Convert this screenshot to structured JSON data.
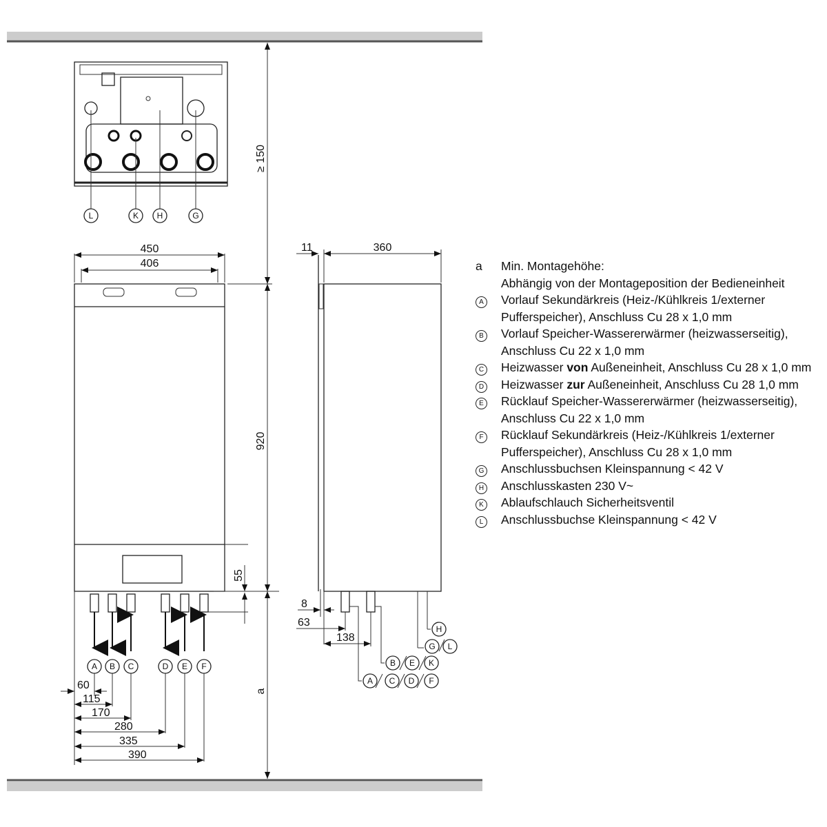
{
  "top_view": {
    "labels": [
      "L",
      "K",
      "H",
      "G"
    ]
  },
  "front_view": {
    "width_outer": "450",
    "width_inner": "406",
    "height": "920",
    "min_top": "≥ 150",
    "bottom_offset": "55",
    "min_height_label": "a",
    "pipe_labels": [
      "A",
      "B",
      "C",
      "D",
      "E",
      "F"
    ],
    "pipe_dims": [
      "60",
      "115",
      "170",
      "280",
      "335",
      "390"
    ]
  },
  "side_view": {
    "wall_gap": "11",
    "depth": "360",
    "dim_8": "8",
    "dim_63": "63",
    "dim_138": "138",
    "label_groups": [
      [
        "H"
      ],
      [
        "G",
        "L"
      ],
      [
        "B",
        "E",
        "K"
      ],
      [
        "A",
        "C",
        "D",
        "F"
      ]
    ]
  },
  "legend": [
    {
      "key": "a",
      "circle": false,
      "text": "Min. Montagehöhe:"
    },
    {
      "key": "",
      "circle": false,
      "text": "Abhängig von der Montageposition der Bedieneinheit"
    },
    {
      "key": "A",
      "circle": true,
      "text": "Vorlauf Sekundärkreis (Heiz-/Kühlkreis 1/externer Pufferspeicher), Anschluss Cu 28 x 1,0 mm"
    },
    {
      "key": "B",
      "circle": true,
      "text": "Vorlauf Speicher-Wassererwärmer (heizwasserseitig), Anschluss Cu 22 x 1,0 mm"
    },
    {
      "key": "C",
      "circle": true,
      "pre": "Heizwasser ",
      "bold": "von",
      "text": " Außeneinheit, Anschluss Cu 28 x 1,0 mm"
    },
    {
      "key": "D",
      "circle": true,
      "pre": "Heizwasser ",
      "bold": "zur",
      "text": " Außeneinheit, Anschluss Cu 28 1,0 mm"
    },
    {
      "key": "E",
      "circle": true,
      "text": "Rücklauf Speicher-Wassererwärmer (heizwasserseitig), Anschluss Cu 22 x 1,0 mm"
    },
    {
      "key": "F",
      "circle": true,
      "text": "Rücklauf Sekundärkreis (Heiz-/Kühlkreis 1/externer Pufferspeicher), Anschluss Cu 28 x 1,0 mm"
    },
    {
      "key": "G",
      "circle": true,
      "text": "Anschlussbuchsen Kleinspannung < 42 V"
    },
    {
      "key": "H",
      "circle": true,
      "text": "Anschlusskasten 230 V~"
    },
    {
      "key": "K",
      "circle": true,
      "text": "Ablaufschlauch Sicherheitsventil"
    },
    {
      "key": "L",
      "circle": true,
      "text": "Anschlussbuchse Kleinspannung < 42 V"
    }
  ]
}
